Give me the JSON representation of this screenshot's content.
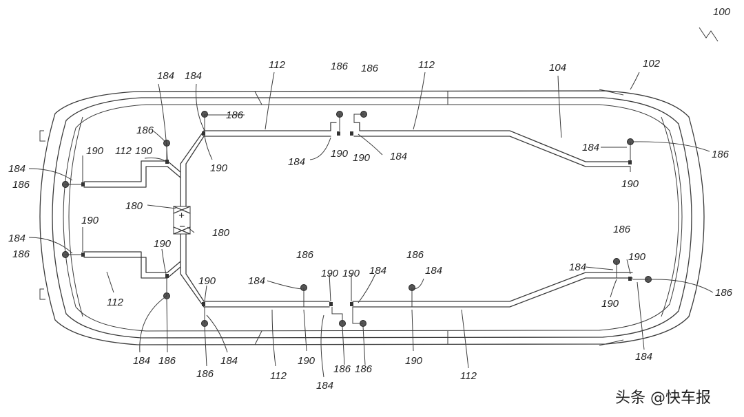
{
  "figure_ref": "100",
  "watermark": "头条 @快车报",
  "labels": {
    "vehicle": "102",
    "harness": "104",
    "trunk": "112",
    "battery": "180",
    "branch": "184",
    "node": "186",
    "connector": "190",
    "plus": "+",
    "minus": "−"
  }
}
